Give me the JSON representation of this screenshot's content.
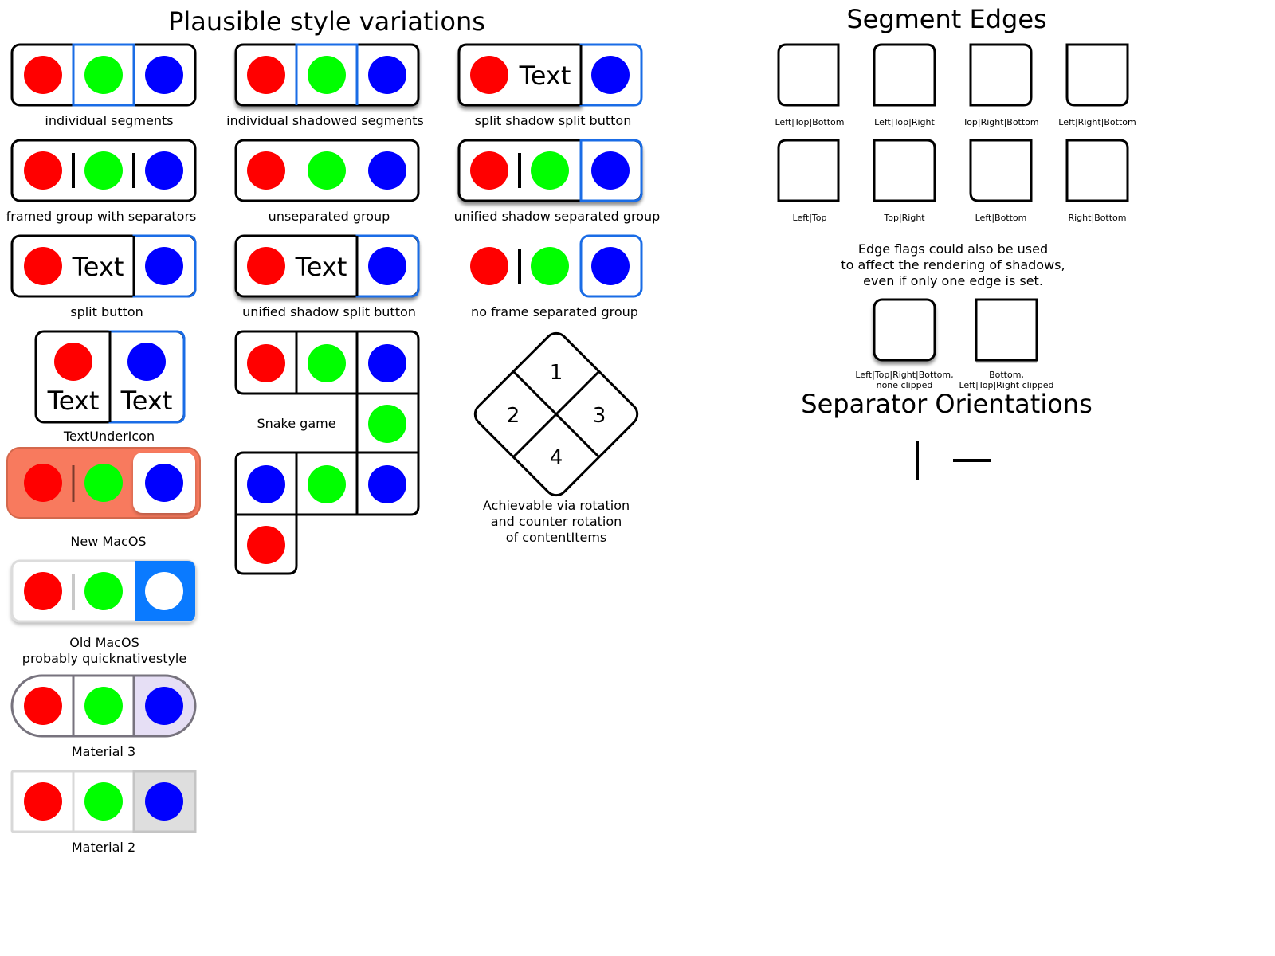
{
  "titles": {
    "style_variations": "Plausible style variations",
    "segment_edges": "Segment Edges",
    "separator_orientations": "Separator Orientations"
  },
  "colors": {
    "red": "#ff0000",
    "green": "#00ff00",
    "blue": "#0000ff",
    "frame": "#000000",
    "accent_blue": "#1a6ce6",
    "macos_new_fill": "#f87a5e",
    "macos_new_border": "#d4684c",
    "macos_old_blue": "#0a7aff",
    "material3_border": "#77737e",
    "material3_selected": "#e6dff5",
    "material2_border": "#d8d8d8",
    "material2_selected": "#dedede"
  },
  "labels": {
    "individual_segments": "individual segments",
    "individual_shadowed_segments": "individual shadowed segments",
    "split_shadow_split_button": "split shadow split button",
    "framed_group_with_separators": "framed group with separators",
    "unseparated_group": "unseparated group",
    "unified_shadow_separated_group": "unified shadow separated group",
    "split_button": "split button",
    "unified_shadow_split_button": "unified shadow split button",
    "no_frame_separated_group": "no frame separated group",
    "text_under_icon": "TextUnderIcon",
    "snake_game": "Snake game",
    "new_macos": "New MacOS",
    "old_macos_line1": "Old MacOS",
    "old_macos_line2": "probably quicknativestyle",
    "material_3": "Material 3",
    "material_2": "Material 2",
    "rotation_line1": "Achievable via rotation",
    "rotation_line2": "and counter rotation",
    "rotation_line3": "of contentItems"
  },
  "button_text": "Text",
  "diamond_numbers": [
    "1",
    "2",
    "3",
    "4"
  ],
  "edges": {
    "row1": [
      "Left|Top|Bottom",
      "Left|Top|Right",
      "Top|Right|Bottom",
      "Left|Right|Bottom"
    ],
    "row2": [
      "Left|Top",
      "Top|Right",
      "Left|Bottom",
      "Right|Bottom"
    ],
    "note_line1": "Edge flags could also be used",
    "note_line2": "to affect the rendering of shadows,",
    "note_line3": "even if only one edge is set.",
    "shadow1_line1": "Left|Top|Right|Bottom,",
    "shadow1_line2": "none clipped",
    "shadow2_line1": "Bottom,",
    "shadow2_line2": "Left|Top|Right clipped"
  }
}
